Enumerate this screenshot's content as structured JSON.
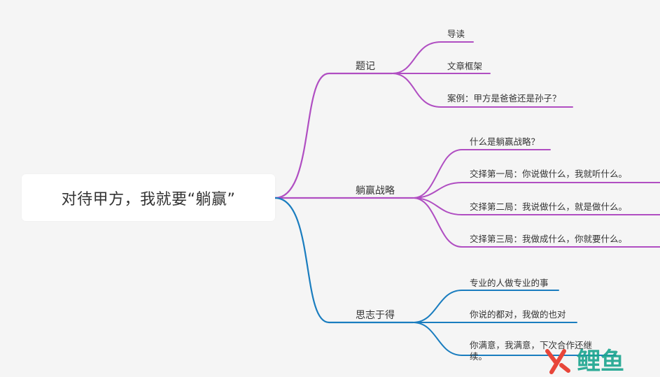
{
  "root": {
    "title": "对待甲方，我就要“躺赢”"
  },
  "branches": [
    {
      "label": "题记",
      "color": "#b04ec2",
      "children": [
        {
          "label": "导读"
        },
        {
          "label": "文章框架"
        },
        {
          "label": "案例：甲方是爸爸还是孙子？"
        }
      ]
    },
    {
      "label": "躺赢战略",
      "color": "#b04ec2",
      "children": [
        {
          "label": "什么是躺赢战略？"
        },
        {
          "label": "交择第一局：你说做什么，我就听什么。"
        },
        {
          "label": "交择第二局：我说做什么，就是做什么。"
        },
        {
          "label": "交择第三局：我做成什么，你就要什么。"
        }
      ]
    },
    {
      "label": "思志于得",
      "color": "#1a7dbf",
      "children": [
        {
          "label": "专业的人做专业的事"
        },
        {
          "label": "你说的都对，我做的也对"
        },
        {
          "label": "你满意，我满意，下次合作还继续。"
        }
      ]
    }
  ],
  "watermark": {
    "text": "鲤鱼",
    "colors": {
      "red": "#e8463a",
      "teal": "#1aa58f"
    }
  }
}
